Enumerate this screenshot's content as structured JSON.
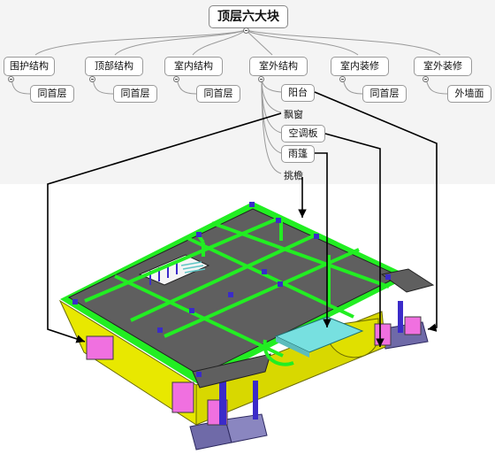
{
  "mindmap": {
    "root": "顶层六大块",
    "branches": [
      "围护结构",
      "顶部结构",
      "室内结构",
      "室外结构",
      "室内装修",
      "室外装修"
    ],
    "children": {
      "enclosure": "同首层",
      "roof": "同首层",
      "interior_structure": "同首层",
      "interior_finish": "同首层",
      "exterior_finish": "外墙面"
    },
    "exterior_structure_children": [
      "阳台",
      "飘窗",
      "空调板",
      "雨篷",
      "挑檐"
    ]
  },
  "colors": {
    "slab": "#5f5f5f",
    "beam_green": "#22ee22",
    "wall_yellow": "#e8e800",
    "window_pink": "#f070e0",
    "canopy_cyan": "#77e0e0",
    "column_purple": "#3b2bc9",
    "base_purple": "#6f6aa8",
    "arrow": "#000000"
  }
}
